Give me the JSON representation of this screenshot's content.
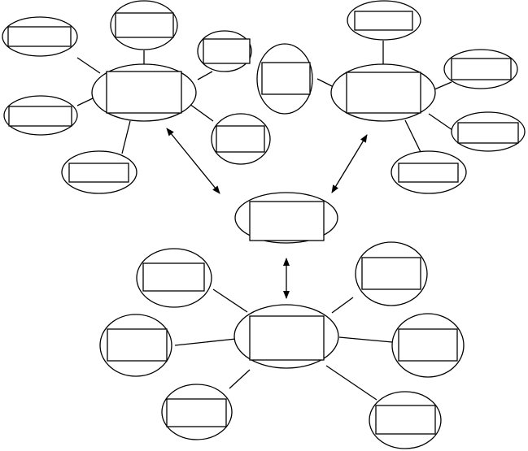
{
  "diagram": {
    "kind": "linked-web-organizer",
    "clusters": [
      {
        "name": "top-left",
        "center_label": "",
        "branch_labels": [
          "",
          "",
          "",
          "",
          "",
          ""
        ]
      },
      {
        "name": "top-right",
        "center_label": "",
        "branch_labels": [
          "",
          "",
          "",
          "",
          ""
        ]
      },
      {
        "name": "bottom",
        "center_label": "",
        "branch_labels": [
          "",
          "",
          "",
          "",
          "",
          ""
        ]
      }
    ],
    "main_label": "",
    "colors": {
      "stroke": "#000000",
      "fill": "#ffffff"
    }
  }
}
